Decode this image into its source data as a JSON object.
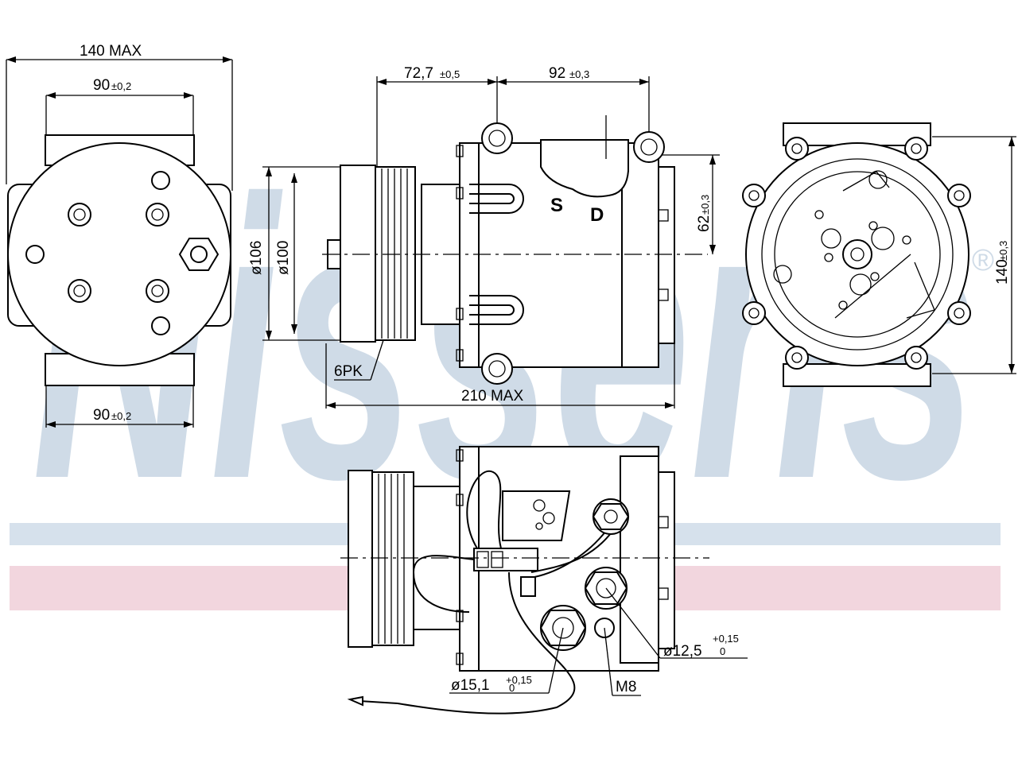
{
  "watermark": {
    "brand": "Nissens",
    "text_color": "#cfdbe7",
    "stripe_blue": "#d6e1ec",
    "stripe_red": "#f2d6de",
    "mark": "®"
  },
  "dimensions": {
    "front_width_max": "140  MAX",
    "front_top_bolt": "90",
    "front_top_tol": "±0,2",
    "front_bottom_bolt": "90",
    "front_bottom_tol": "±0,2",
    "side_offset": "72,7",
    "side_offset_tol": "±0,5",
    "side_bolt": "92",
    "side_bolt_tol": "±0,3",
    "pulley_outer": "ø106",
    "pulley_inner": "ø100",
    "belt": "6PK",
    "length_max": "210  MAX",
    "height_port": "62",
    "height_port_tol": "±0,3",
    "rear_height": "140",
    "rear_height_tol": "±0,3",
    "port_small": "ø12,5",
    "port_small_tol": "+0,15",
    "port_small_tol_low": "0",
    "port_large": "ø15,1",
    "port_large_tol": "+0,15",
    "port_large_tol_low": "0",
    "thread": "M8"
  },
  "ports": {
    "suction": "S",
    "discharge": "D"
  }
}
